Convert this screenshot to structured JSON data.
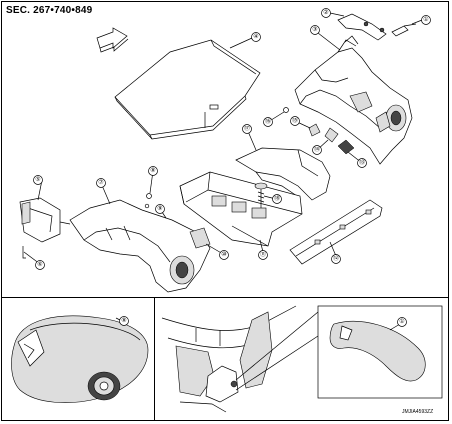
{
  "header": {
    "section_ref": "SEC. 267•740•849"
  },
  "figure_id": "JMJIA4593ZZ",
  "callouts": [
    {
      "id": "c1",
      "label": "①"
    },
    {
      "id": "c2",
      "label": "②"
    },
    {
      "id": "c3",
      "label": "③"
    },
    {
      "id": "c4",
      "label": "④"
    },
    {
      "id": "c5",
      "label": "⑤"
    },
    {
      "id": "c6",
      "label": "⑥"
    },
    {
      "id": "c7",
      "label": "⑦"
    },
    {
      "id": "c8",
      "label": "⑧"
    },
    {
      "id": "c9",
      "label": "⑨"
    },
    {
      "id": "c10",
      "label": "⑩"
    },
    {
      "id": "c11",
      "label": "⑪"
    },
    {
      "id": "c12",
      "label": "⑫"
    },
    {
      "id": "c13",
      "label": "⑬"
    },
    {
      "id": "c14",
      "label": "⑭"
    },
    {
      "id": "c15",
      "label": "⑮"
    },
    {
      "id": "c16",
      "label": "⑯"
    },
    {
      "id": "c17",
      "label": "⑰"
    },
    {
      "id": "c18",
      "label": "⑱"
    }
  ],
  "detail_callouts": [
    {
      "id": "d8",
      "label": "⑧"
    },
    {
      "id": "d1",
      "label": "①"
    }
  ]
}
